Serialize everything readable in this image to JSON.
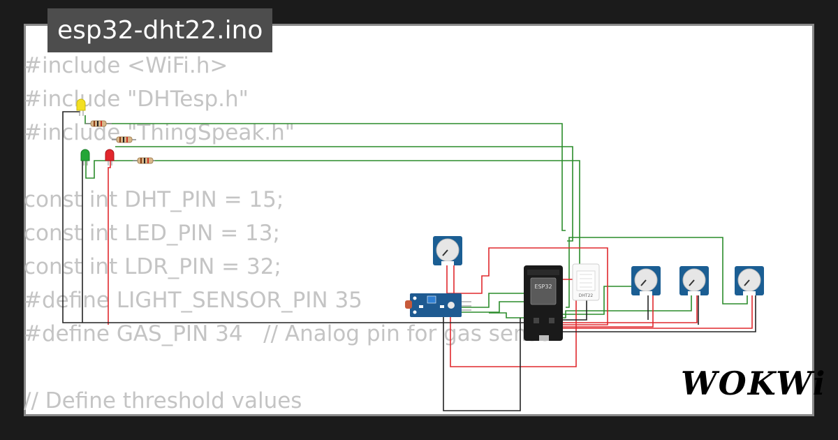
{
  "project": {
    "filename": "esp32-dht22.ino"
  },
  "code_lines": [
    "#include <WiFi.h>",
    "#include \"DHTesp.h\"",
    "#include \"ThingSpeak.h\"",
    "",
    "const int DHT_PIN = 15;",
    "const int LED_PIN = 13;",
    "const int LDR_PIN = 32;",
    "#define LIGHT_SENSOR_PIN 35",
    "#define GAS_PIN 34   // Analog pin for gas sensor",
    "",
    "// Define threshold values"
  ],
  "components": {
    "mcu_label": "ESP32",
    "dht_label": "DHT22"
  },
  "brand": {
    "logo": "WOKWi"
  },
  "colors": {
    "wire_green": "#2a8c2a",
    "wire_red": "#e0282d",
    "wire_black": "#222222",
    "board_blue": "#1e5a91",
    "pot_blue": "#1b5e93",
    "led_yellow": "#f3e022",
    "led_green": "#23a637",
    "led_red": "#e2262c"
  }
}
